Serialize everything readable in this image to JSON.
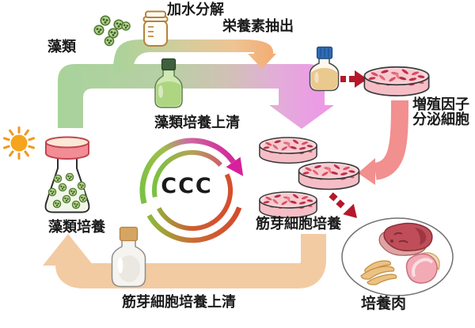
{
  "title": "CCC cultured meat circular culture diagram",
  "labels": {
    "algae": "藻類",
    "hydrolysis": "加水分解",
    "nutrient_extraction": "栄養素抽出",
    "algae_supernatant": "藻類培養上清",
    "growth_factor_line1": "増殖因子",
    "growth_factor_line2": "分泌細胞",
    "myoblast_culture": "筋芽細胞培養",
    "cultured_meat": "培養肉",
    "myoblast_supernatant": "筋芽細胞培養上清",
    "algae_culture": "藻類培養",
    "center": "CCC"
  },
  "colors": {
    "band_green": "#a8d39a",
    "band_pink_end": "#ee97e8",
    "band_orange_end": "#f3ac72",
    "growth_factor_arrow": "#f28f8f",
    "supernatant_band": "#f2cba3",
    "dashed_red": "#b5182b",
    "cycle_green": "#7cc143",
    "cycle_magenta": "#d6219c",
    "cycle_red": "#d4502e",
    "dish_fill": "#fbd9de",
    "flask_cap": "#f28d96",
    "sun_orange": "#f6a41d"
  },
  "icons": [
    "sun-icon",
    "algae-cells-icon",
    "hydrolysis-jar-icon",
    "algae-supernatant-bottle-icon",
    "medium-bottle-icon",
    "petri-dish-icon",
    "culture-flask-icon",
    "myoblast-supernatant-bottle-icon",
    "cultured-meat-plate-icon"
  ]
}
